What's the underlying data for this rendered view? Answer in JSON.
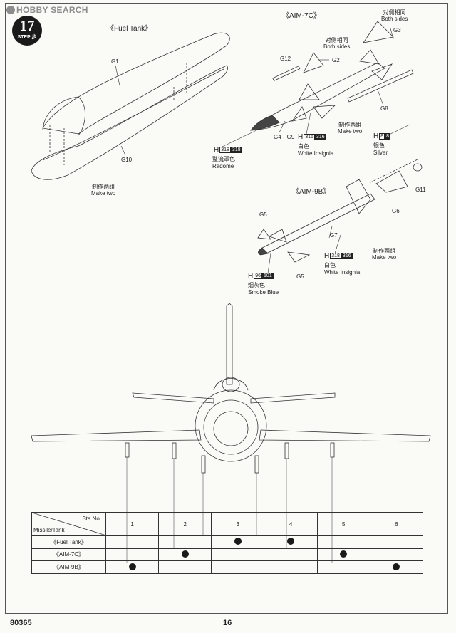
{
  "watermark": {
    "text": "HOBBY SEARCH"
  },
  "step": {
    "number": "17",
    "word": "STEP 步"
  },
  "fuel_tank": {
    "title": "《Fuel Tank》",
    "parts": [
      "G1",
      "G10"
    ],
    "note_cn": "制作两组",
    "note_en": "Make two"
  },
  "aim7c": {
    "title": "《AIM-7C》",
    "both_sides_cn": "对侧相同",
    "both_sides_en": "Both sides",
    "parts": {
      "g3": "G3",
      "g12": "G12",
      "g2": "G2",
      "g8": "G8",
      "g4g9": "G4＋G9"
    },
    "note_cn": "制作两组",
    "note_en": "Make two",
    "callouts": [
      {
        "prefix": "H",
        "code1": "318",
        "code2": "318",
        "caption_cn": "整流罩色",
        "caption_en": "Radome"
      },
      {
        "prefix": "H",
        "code1": "316",
        "code2": "316",
        "caption_cn": "白色",
        "caption_en": "White Insignia"
      },
      {
        "prefix": "H",
        "code1": "8",
        "code2": "8",
        "caption_cn": "银色",
        "caption_en": "Silver"
      }
    ]
  },
  "aim9b": {
    "title": "《AIM-9B》",
    "parts": {
      "g11": "G11",
      "g6": "G6",
      "g5a": "G5",
      "g7": "G7",
      "g5b": "G5"
    },
    "note_cn": "制作两组",
    "note_en": "Make two",
    "callouts": [
      {
        "prefix": "H",
        "code1": "318",
        "code2": "316",
        "caption_cn": "白色",
        "caption_en": "White Insignia"
      },
      {
        "prefix": "H",
        "code1": "96",
        "code2": "101",
        "caption_cn": "烟灰色",
        "caption_en": "Smoke Blue"
      }
    ]
  },
  "table": {
    "header_sta": "Sta.No.",
    "header_missile": "Missile/Tank",
    "stations": [
      "1",
      "2",
      "3",
      "4",
      "5",
      "6"
    ],
    "rows": [
      {
        "label": "《Fuel Tank》",
        "marks": [
          false,
          false,
          true,
          true,
          false,
          false
        ]
      },
      {
        "label": "《AIM-7C》",
        "marks": [
          false,
          true,
          false,
          false,
          true,
          false
        ]
      },
      {
        "label": "《AIM-9B》",
        "marks": [
          true,
          false,
          false,
          false,
          false,
          true
        ]
      }
    ]
  },
  "footer": {
    "kit_number": "80365",
    "page_number": "16"
  }
}
